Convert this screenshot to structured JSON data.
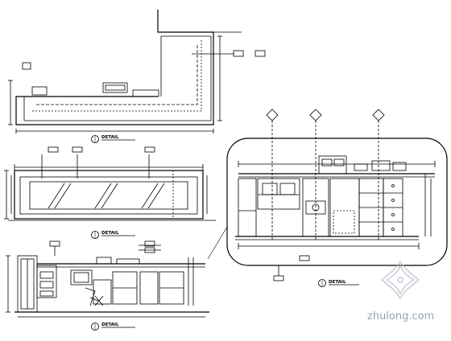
{
  "drawing": {
    "plan_view_label": "DETAIL",
    "front_elevation_label": "DETAIL",
    "side_elevation_label": "DETAIL"
  },
  "watermark": {
    "text": "zhulong.com",
    "color": "#9aa4b2"
  }
}
